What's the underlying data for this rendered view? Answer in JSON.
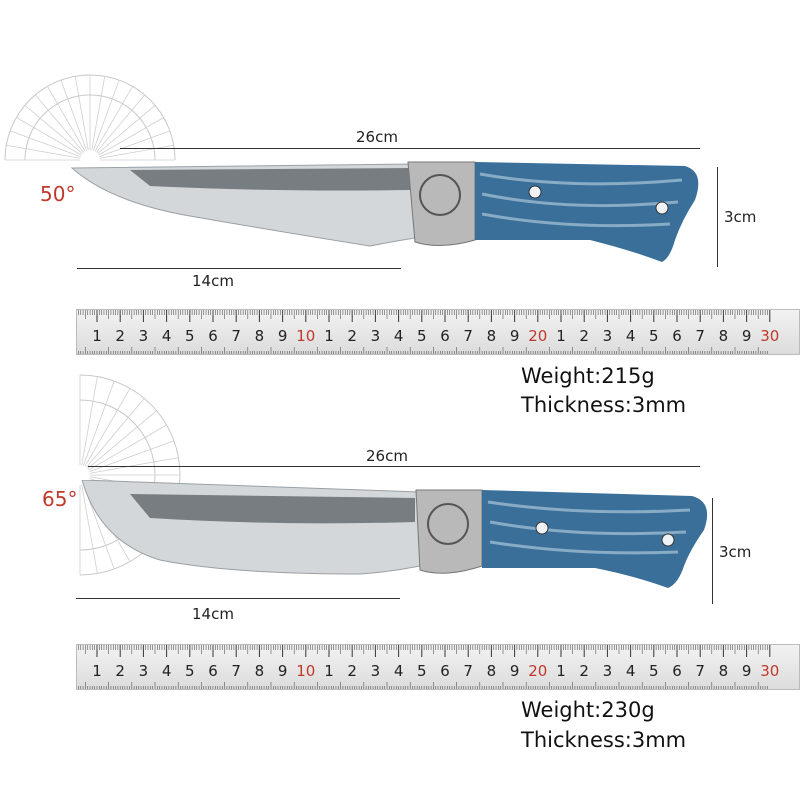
{
  "knives": [
    {
      "angle": "50°",
      "length": "26cm",
      "blade_length": "14cm",
      "width": "3cm",
      "weight": "Weight:215g",
      "thickness": "Thickness:3mm"
    },
    {
      "angle": "65°",
      "length": "26cm",
      "blade_length": "14cm",
      "width": "3cm",
      "weight": "Weight:230g",
      "thickness": "Thickness:3mm"
    }
  ],
  "ruler": {
    "labels": [
      "1",
      "2",
      "3",
      "4",
      "5",
      "6",
      "7",
      "8",
      "9",
      "10",
      "1",
      "2",
      "3",
      "4",
      "5",
      "6",
      "7",
      "8",
      "9",
      "20",
      "1",
      "2",
      "3",
      "4",
      "5",
      "6",
      "7",
      "8",
      "9",
      "30"
    ],
    "accent_color": "#c0392b"
  },
  "colors": {
    "handle_blue": "#3a6f9a",
    "blade_steel": "#cfd3d6",
    "bolster": "#b8b8b8"
  }
}
